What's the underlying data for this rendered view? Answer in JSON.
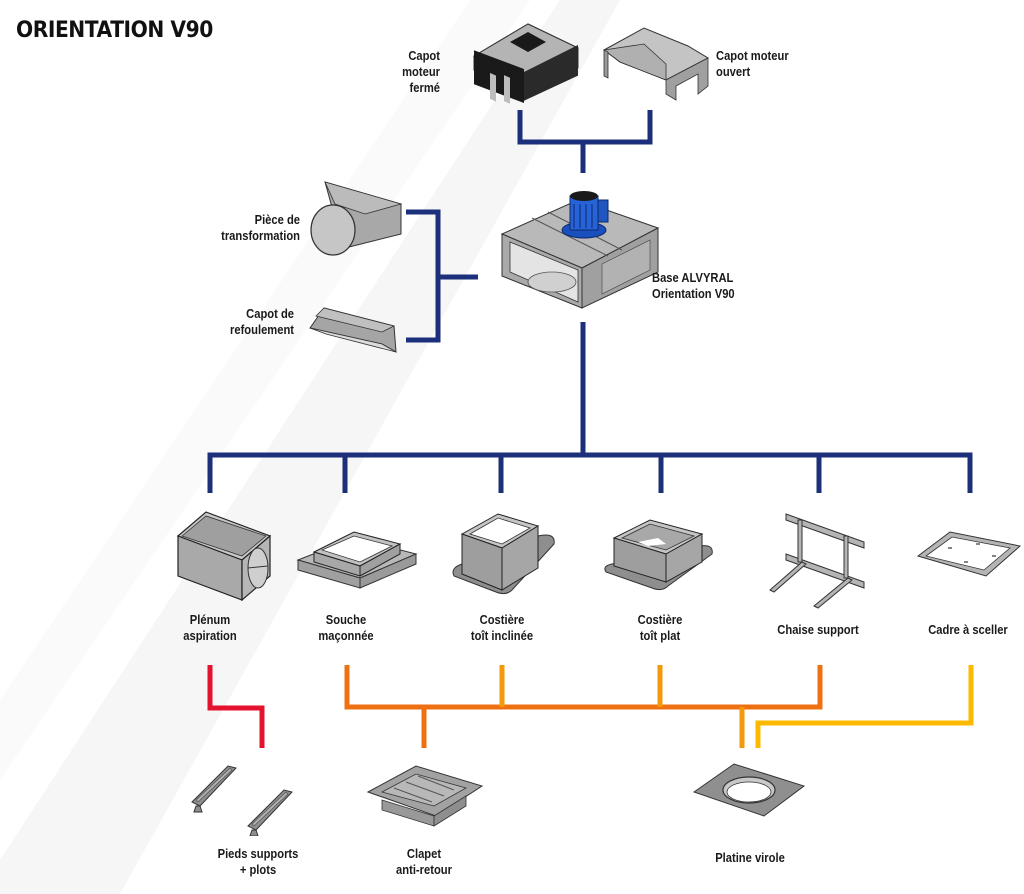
{
  "title": "ORIENTATION V90",
  "colors": {
    "primary_line": "#1b2f7a",
    "red_line": "#e3122e",
    "orange_line": "#ee7010",
    "orange_drop": "#f39a0a",
    "yellow_line": "#fbb900",
    "motor_blue": "#1f5bd1",
    "part_gray": "#a8a8a8"
  },
  "top_options": [
    {
      "id": "capot-ferme",
      "label": "Capot moteur\nfermé"
    },
    {
      "id": "capot-ouvert",
      "label": "Capot moteur\nouvert"
    }
  ],
  "side_options": [
    {
      "id": "piece-transformation",
      "label": "Pièce de\ntransformation"
    },
    {
      "id": "capot-refoulement",
      "label": "Capot de\nrefoulement"
    }
  ],
  "base": {
    "label": "Base ALVYRAL\nOrientation V90"
  },
  "supports": [
    {
      "id": "plenum",
      "label": "Plénum\naspiration"
    },
    {
      "id": "souche",
      "label": "Souche\nmaçonnée"
    },
    {
      "id": "costiere-inclinee",
      "label": "Costière\ntoît inclinée"
    },
    {
      "id": "costiere-plat",
      "label": "Costière\ntoît plat"
    },
    {
      "id": "chaise",
      "label": "Chaise support"
    },
    {
      "id": "cadre",
      "label": "Cadre à sceller"
    }
  ],
  "accessories": [
    {
      "id": "pieds",
      "label": "Pieds supports\n+ plots"
    },
    {
      "id": "clapet",
      "label": "Clapet\nanti-retour"
    },
    {
      "id": "platine",
      "label": "Platine virole"
    }
  ]
}
